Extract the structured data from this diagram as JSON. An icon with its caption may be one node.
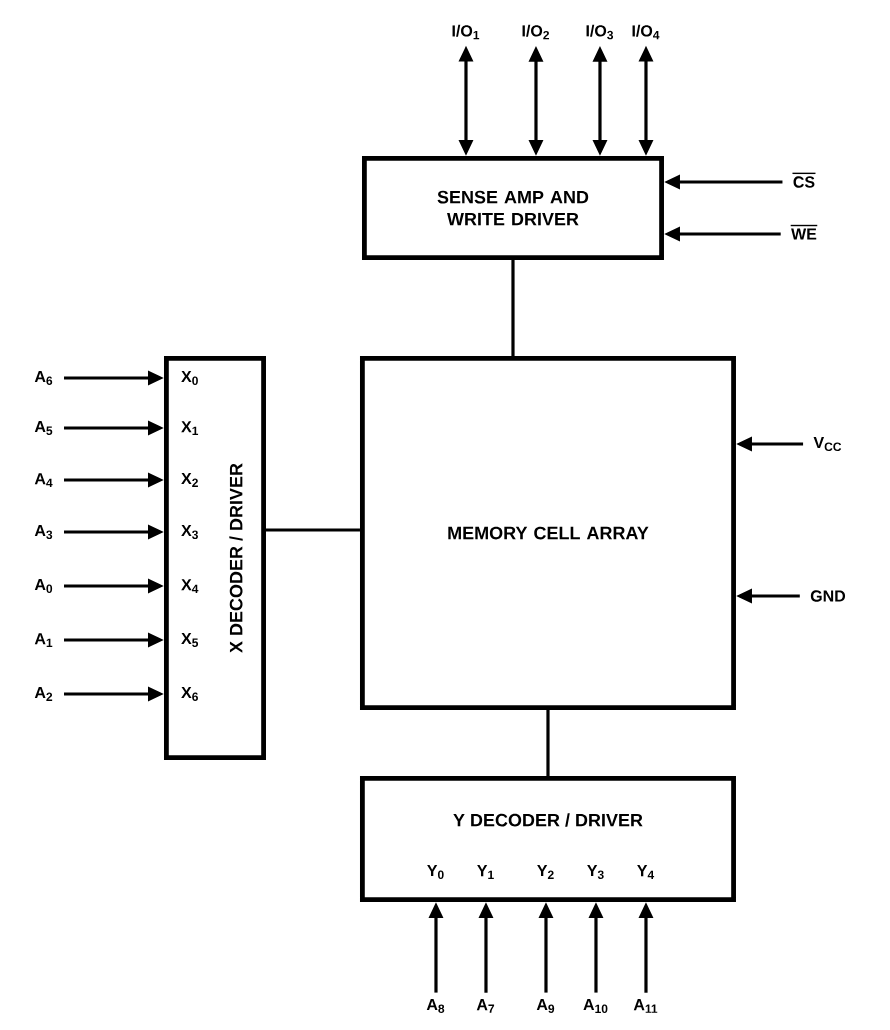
{
  "diagram": {
    "nodes": [
      {
        "text": [
          "SENSE AMP AND WRITE DRIVER"
        ]
      },
      {
        "text": [
          "X DECODER / DRIVER",
          "X$_{0}$",
          "X$_{1}$",
          "X$_{2}$",
          "X$_{3}$",
          "X$_{4}$",
          "X$_{5}$",
          "X$_{6}$"
        ]
      },
      {
        "text": [
          "MEMORY CELL ARRAY"
        ]
      },
      {
        "text": [
          "Y DECODER / DRIVER",
          "Y$_{0}$",
          "Y$_{1}$",
          "Y$_{2}$",
          "Y$_{3}$",
          "Y$_{4}$"
        ]
      },
      {
        "text": [
          "I/O$_{1}$"
        ]
      },
      {
        "text": [
          "I/O$_{2}$"
        ]
      },
      {
        "text": [
          "I/O$_{3}$"
        ]
      },
      {
        "text": [
          "I/O$_{4}$"
        ]
      },
      {
        "text": [
          "CS"
        ]
      },
      {
        "text": [
          "WE"
        ]
      },
      {
        "text": [
          "A$_{6}$"
        ]
      },
      {
        "text": [
          "A$_{5}$"
        ]
      },
      {
        "text": [
          "A$_{4}$"
        ]
      },
      {
        "text": [
          "A$_{3}$"
        ]
      },
      {
        "text": [
          "A$_{0}$"
        ]
      },
      {
        "text": [
          "A$_{1}$"
        ]
      },
      {
        "text": [
          "A$_{2}$"
        ]
      },
      {
        "text": [
          "V$_{CC}$"
        ]
      },
      {
        "text": [
          "GND"
        ]
      },
      {
        "text": [
          "A$_{8}$"
        ]
      },
      {
        "text": [
          "A$_{7}$"
        ]
      },
      {
        "text": [
          "A$_{9}$"
        ]
      },
      {
        "text": [
          "A$_{10}$"
        ]
      },
      {
        "text": [
          "A$_{11}$"
        ]
      }
    ],
    "edges": [
      {
        "from": 0,
        "to": 2,
        "arrow": "none"
      },
      {
        "from": 1,
        "to": 2,
        "arrow": "none"
      },
      {
        "from": 2,
        "to": 3,
        "arrow": "none"
      },
      {
        "from": 4,
        "to": 0,
        "arrow": "both"
      },
      {
        "from": 5,
        "to": 0,
        "arrow": "both"
      },
      {
        "from": 6,
        "to": 0,
        "arrow": "both"
      },
      {
        "from": 7,
        "to": 0,
        "arrow": "both"
      },
      {
        "from": 8,
        "to": 0,
        "arrow": "to"
      },
      {
        "from": 9,
        "to": 0,
        "arrow": "to"
      },
      {
        "from": 10,
        "to": 1,
        "arrow": "to"
      },
      {
        "from": 11,
        "to": 1,
        "arrow": "to"
      },
      {
        "from": 12,
        "to": 1,
        "arrow": "to"
      },
      {
        "from": 13,
        "to": 1,
        "arrow": "to"
      },
      {
        "from": 14,
        "to": 1,
        "arrow": "to"
      },
      {
        "from": 15,
        "to": 1,
        "arrow": "to"
      },
      {
        "from": 16,
        "to": 1,
        "arrow": "to"
      },
      {
        "from": 17,
        "to": 2,
        "arrow": "to"
      },
      {
        "from": 18,
        "to": 2,
        "arrow": "to"
      },
      {
        "from": 19,
        "to": 3,
        "arrow": "to"
      },
      {
        "from": 20,
        "to": 3,
        "arrow": "to"
      },
      {
        "from": 21,
        "to": 3,
        "arrow": "to"
      },
      {
        "from": 22,
        "to": 3,
        "arrow": "to"
      },
      {
        "from": 23,
        "to": 3,
        "arrow": "to"
      }
    ]
  }
}
